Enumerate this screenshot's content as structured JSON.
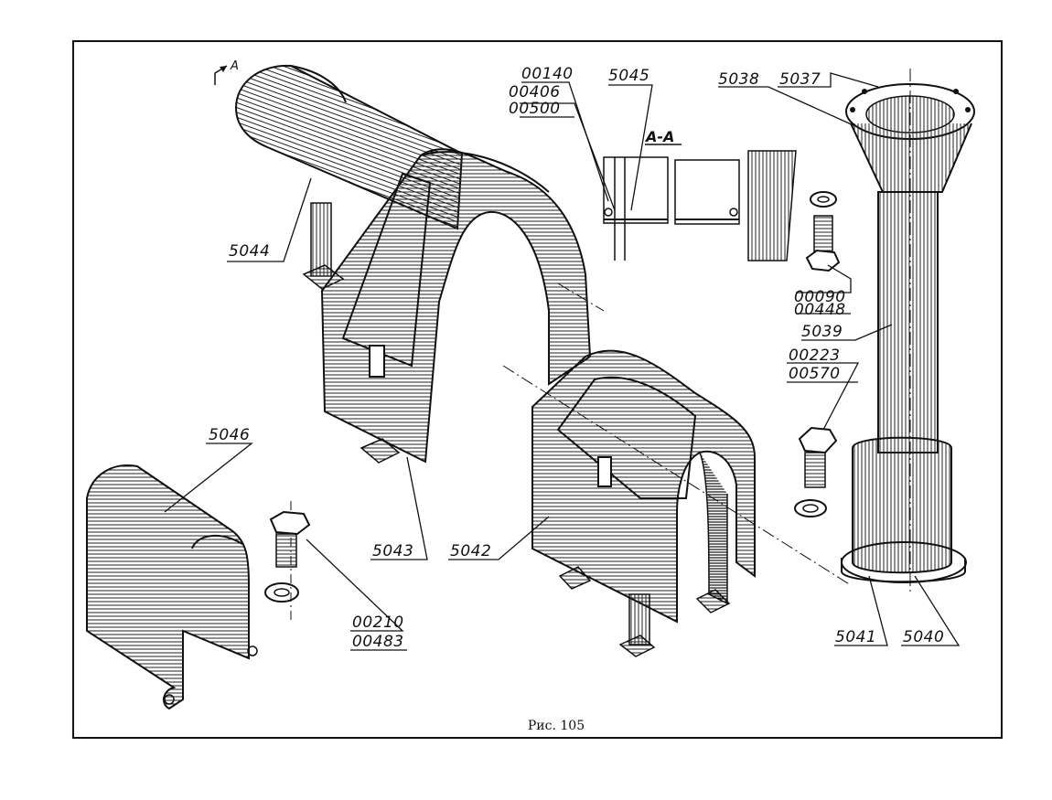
{
  "figure": {
    "caption": "Рис. 105",
    "section_mark": "A",
    "section_title": "А-А"
  },
  "labels": {
    "p00140": "00140",
    "p00406": "00406",
    "p00500": "00500",
    "p5045": "5045",
    "p5038": "5038",
    "p5037": "5037",
    "p5044": "5044",
    "p00090": "00090",
    "p00448": "00448",
    "p5039": "5039",
    "p00223": "00223",
    "p00570": "00570",
    "p5046": "5046",
    "p5043": "5043",
    "p5042": "5042",
    "p00210": "00210",
    "p00483": "00483",
    "p5041": "5041",
    "p5040": "5040"
  }
}
